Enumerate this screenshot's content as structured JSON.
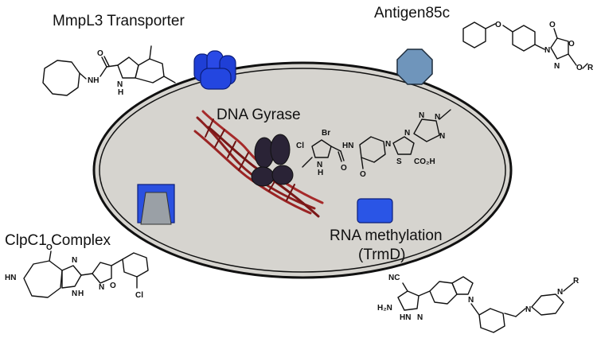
{
  "labels": {
    "mmpl3": "MmpL3 Transporter",
    "antigen85c": "Antigen85c",
    "dna_gyrase": "DNA Gyrase",
    "clpc1": "ClpC1 Complex",
    "rna_methylation": "RNA methylation",
    "trmd": "(TrmD)"
  },
  "atoms": {
    "mmpl3_nh": "NH",
    "mmpl3_indole_n": "N",
    "mmpl3_indole_h": "H",
    "mmpl3_o": "O",
    "ag_o_ether": "O",
    "ag_n": "N",
    "ag_o_ring": "O",
    "ag_o_carbonyl": "O",
    "ag_n_ring": "N",
    "ag_or_o": "O",
    "ag_r": "R",
    "gy_cl": "Cl",
    "gy_br": "Br",
    "gy_n": "N",
    "gy_h": "H",
    "gy_hn": "HN",
    "gy_o": "O",
    "gy_pip_n": "N",
    "gy_s": "S",
    "gy_thz_n": "N",
    "gy_co2h": "CO₂H",
    "gy_triazole_n1": "N",
    "gy_triazole_n2": "N",
    "gy_triazole_n3": "N",
    "gy_ome_o": "O",
    "clp_hn": "HN",
    "clp_o": "O",
    "clp_n": "N",
    "clp_nh": "N",
    "clp_h": "H",
    "clp_isox_o": "O",
    "clp_isox_n": "N",
    "clp_cl": "Cl",
    "ind_cn": "NC",
    "ind_h2n": "H₂N",
    "ind_n": "N",
    "ind_hn": "HN",
    "ind_n1": "N",
    "ind_pip_n1": "N",
    "ind_pip_n2": "N",
    "ind_r": "R"
  },
  "colors": {
    "cell_fill": "#d6d4cf",
    "cell_stroke": "#111111",
    "mmpl3_blue": "#1f3fd6",
    "antigen_blue": "#6f95bb",
    "gyrase_dark": "#2a2336",
    "dna_red": "#8c1f1f",
    "clpc1_blue": "#2a50e0",
    "clpc1_grey": "#9aa0a6",
    "trmd_blue": "#2a55e6"
  }
}
